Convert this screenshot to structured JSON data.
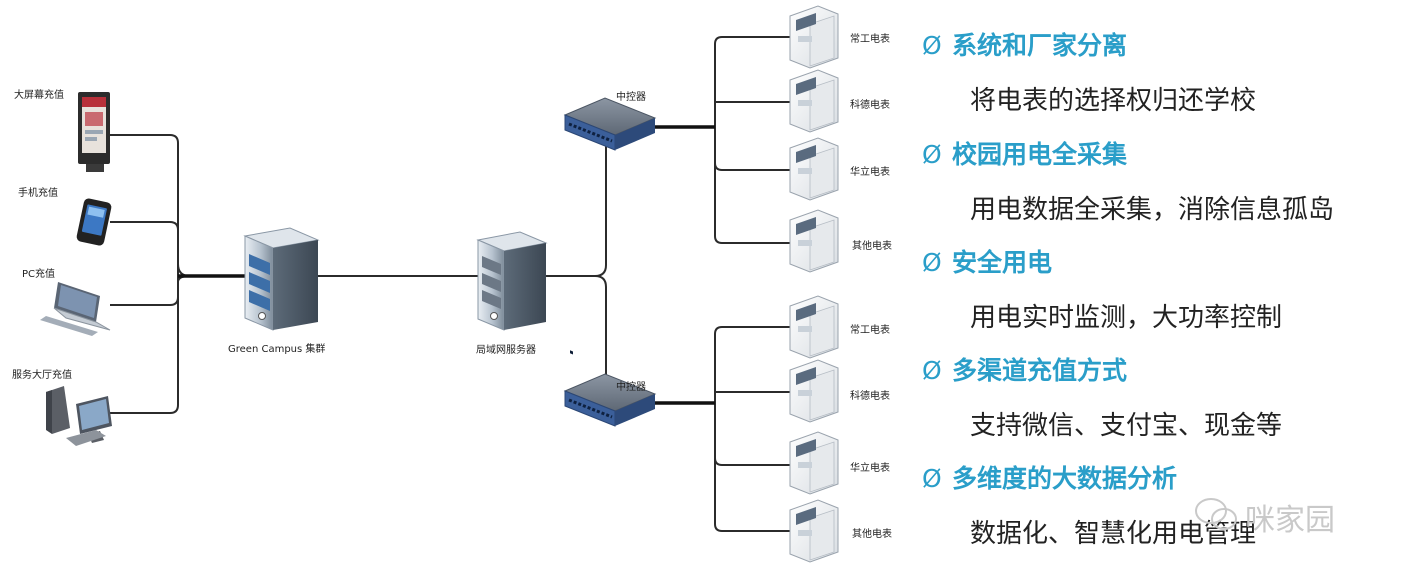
{
  "devices": {
    "big_screen": "大屏幕充值",
    "mobile": "手机充值",
    "pc": "PC充值",
    "hall": "服务大厅充值"
  },
  "cluster_label": "Green Campus 集群",
  "lan_server_label": "局域网服务器",
  "controllers": [
    {
      "label": "中控器",
      "meters": [
        "常工电表",
        "科德电表",
        "华立电表",
        "其他电表"
      ]
    },
    {
      "label": "中控器",
      "meters": [
        "常工电表",
        "科德电表",
        "华立电表",
        "其他电表"
      ]
    }
  ],
  "features": [
    {
      "bullet": "Ø",
      "title": "系统和厂家分离",
      "desc": "将电表的选择权归还学校"
    },
    {
      "bullet": "Ø",
      "title": "校园用电全采集",
      "desc": "用电数据全采集，消除信息孤岛"
    },
    {
      "bullet": "Ø",
      "title": "安全用电",
      "desc": "用电实时监测，大功率控制"
    },
    {
      "bullet": "Ø",
      "title": "多渠道充值方式",
      "desc": "支持微信、支付宝、现金等"
    },
    {
      "bullet": "Ø",
      "title": "多维度的大数据分析",
      "desc": "数据化、智慧化用电管理"
    }
  ],
  "watermark": "咪家园",
  "colors": {
    "accent": "#2a9ec9",
    "line": "#2b2b2b",
    "switch": "#3b5f9a",
    "server": "#8a9bad"
  }
}
